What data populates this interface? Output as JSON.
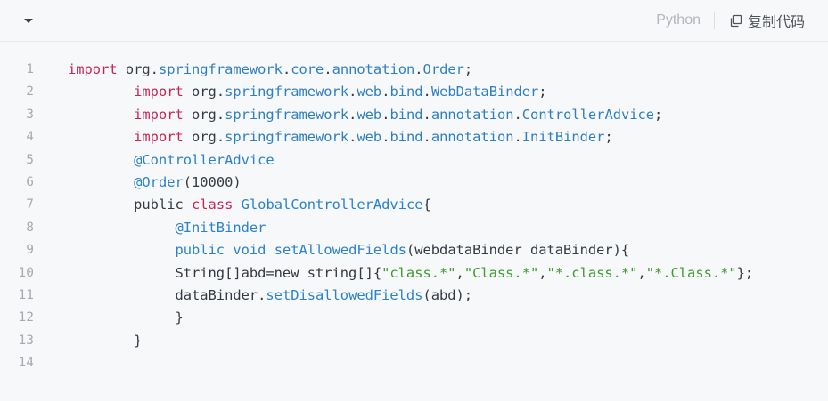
{
  "toolbar": {
    "language": "Python",
    "copy_label": "复制代码",
    "collapse_icon": "chevron-down-icon",
    "copy_icon": "copy-icon"
  },
  "colors": {
    "background": "#f7f8fa",
    "keyword": "#c7254e",
    "identifier": "#2f7fbf",
    "string": "#3f9a2f",
    "plain": "#333a42",
    "line_number": "#a7aab0"
  },
  "code": {
    "lines": [
      {
        "n": "1",
        "indent": "",
        "tokens": [
          [
            "kw",
            "import"
          ],
          [
            "plain",
            " org."
          ],
          [
            "pkg",
            "springframework"
          ],
          [
            "plain",
            "."
          ],
          [
            "pkg",
            "core"
          ],
          [
            "plain",
            "."
          ],
          [
            "pkg",
            "annotation"
          ],
          [
            "plain",
            "."
          ],
          [
            "pkg",
            "Order"
          ],
          [
            "plain",
            ";"
          ]
        ]
      },
      {
        "n": "2",
        "indent": "        ",
        "tokens": [
          [
            "kw",
            "import"
          ],
          [
            "plain",
            " org."
          ],
          [
            "pkg",
            "springframework"
          ],
          [
            "plain",
            "."
          ],
          [
            "pkg",
            "web"
          ],
          [
            "plain",
            "."
          ],
          [
            "pkg",
            "bind"
          ],
          [
            "plain",
            "."
          ],
          [
            "pkg",
            "WebDataBinder"
          ],
          [
            "plain",
            ";"
          ]
        ]
      },
      {
        "n": "3",
        "indent": "        ",
        "tokens": [
          [
            "kw",
            "import"
          ],
          [
            "plain",
            " org."
          ],
          [
            "pkg",
            "springframework"
          ],
          [
            "plain",
            "."
          ],
          [
            "pkg",
            "web"
          ],
          [
            "plain",
            "."
          ],
          [
            "pkg",
            "bind"
          ],
          [
            "plain",
            "."
          ],
          [
            "pkg",
            "annotation"
          ],
          [
            "plain",
            "."
          ],
          [
            "pkg",
            "ControllerAdvice"
          ],
          [
            "plain",
            ";"
          ]
        ]
      },
      {
        "n": "4",
        "indent": "        ",
        "tokens": [
          [
            "kw",
            "import"
          ],
          [
            "plain",
            " org."
          ],
          [
            "pkg",
            "springframework"
          ],
          [
            "plain",
            "."
          ],
          [
            "pkg",
            "web"
          ],
          [
            "plain",
            "."
          ],
          [
            "pkg",
            "bind"
          ],
          [
            "plain",
            "."
          ],
          [
            "pkg",
            "annotation"
          ],
          [
            "plain",
            "."
          ],
          [
            "pkg",
            "InitBinder"
          ],
          [
            "plain",
            ";"
          ]
        ]
      },
      {
        "n": "5",
        "indent": "        ",
        "tokens": [
          [
            "anno",
            "@ControllerAdvice"
          ]
        ]
      },
      {
        "n": "6",
        "indent": "        ",
        "tokens": [
          [
            "anno",
            "@Order"
          ],
          [
            "plain",
            "(10000)"
          ]
        ]
      },
      {
        "n": "7",
        "indent": "        ",
        "tokens": [
          [
            "plain",
            "public "
          ],
          [
            "kw",
            "class"
          ],
          [
            "plain",
            " "
          ],
          [
            "fn",
            "GlobalControllerAdvice"
          ],
          [
            "plain",
            "{"
          ]
        ]
      },
      {
        "n": "8",
        "indent": "             ",
        "tokens": [
          [
            "anno",
            "@InitBinder"
          ]
        ]
      },
      {
        "n": "9",
        "indent": "             ",
        "tokens": [
          [
            "fn",
            "public"
          ],
          [
            "plain",
            " "
          ],
          [
            "fn",
            "void"
          ],
          [
            "plain",
            " "
          ],
          [
            "fn",
            "setAllowedFields"
          ],
          [
            "plain",
            "(webdataBinder dataBinder){"
          ]
        ]
      },
      {
        "n": "10",
        "indent": "             ",
        "tokens": [
          [
            "plain",
            "String[]abd=new string[]{"
          ],
          [
            "str",
            "\"class.*\""
          ],
          [
            "plain",
            ","
          ],
          [
            "str",
            "\"Class.*\""
          ],
          [
            "plain",
            ","
          ],
          [
            "str",
            "\"*.class.*\""
          ],
          [
            "plain",
            ","
          ],
          [
            "str",
            "\"*.Class.*\""
          ],
          [
            "plain",
            "};"
          ]
        ]
      },
      {
        "n": "11",
        "indent": "             ",
        "tokens": [
          [
            "plain",
            "dataBinder."
          ],
          [
            "fn",
            "setDisallowedFields"
          ],
          [
            "plain",
            "(abd);"
          ]
        ]
      },
      {
        "n": "12",
        "indent": "             ",
        "tokens": [
          [
            "plain",
            "}"
          ]
        ]
      },
      {
        "n": "13",
        "indent": "        ",
        "tokens": [
          [
            "plain",
            "}"
          ]
        ]
      },
      {
        "n": "14",
        "indent": "",
        "tokens": []
      }
    ]
  }
}
